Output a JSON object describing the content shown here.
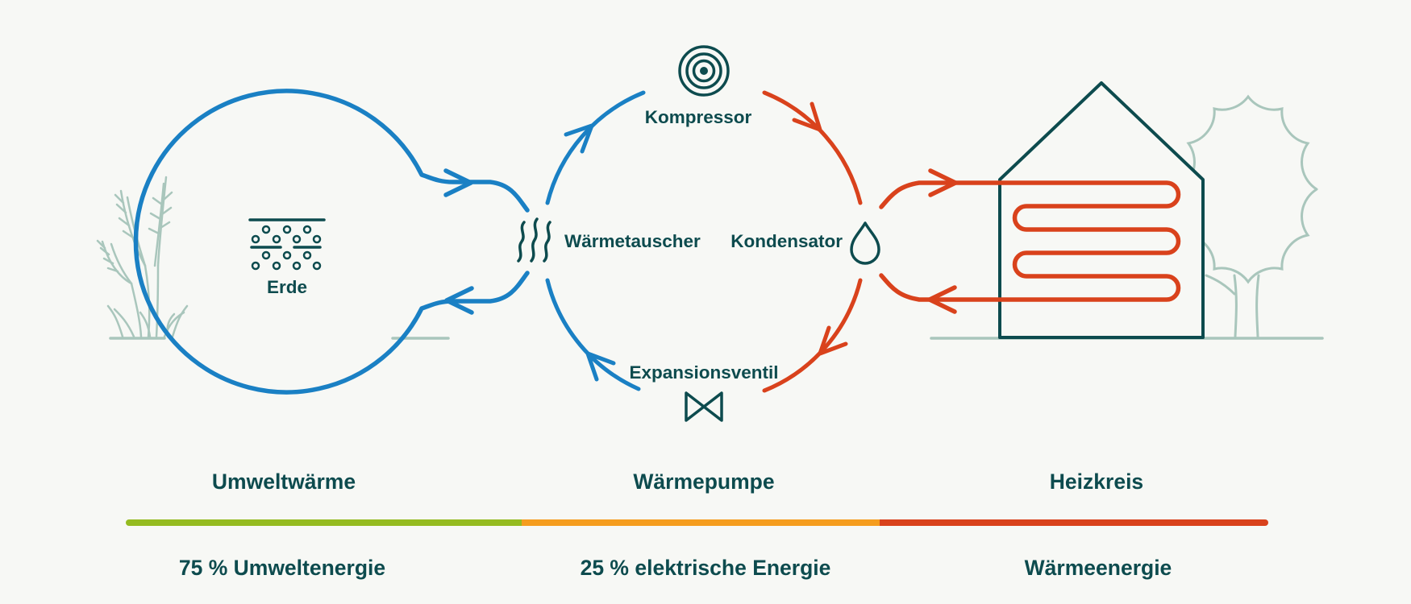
{
  "background_color": "#f7f8f5",
  "palette": {
    "cold_blue": "#1a80c4",
    "hot_red": "#d9421c",
    "ink_teal": "#0d4b4e",
    "decor_sage": "#a9c6bc",
    "bar_green": "#94bb20",
    "bar_orange": "#f59d1e",
    "bar_red": "#d9421c"
  },
  "cycle": {
    "source_label": "Erde",
    "compressor_label": "Kompressor",
    "heat_exchanger_label": "Wärmetauscher",
    "condenser_label": "Kondensator",
    "expansion_valve_label": "Expansionsventil"
  },
  "icons": [
    "earth-soil-icon",
    "compressor-icon",
    "heat-exchanger-icon",
    "condenser-droplet-icon",
    "expansion-valve-icon",
    "house-icon",
    "heating-coil-icon",
    "grass-icon",
    "tree-icon"
  ],
  "sections": [
    {
      "label": "Umweltwärme",
      "energy_label": "75 % Umweltenergie",
      "bar_color": "#94bb20"
    },
    {
      "label": "Wärmepumpe",
      "energy_label": "25 % elektrische Energie",
      "bar_color": "#f59d1e"
    },
    {
      "label": "Heizkreis",
      "energy_label": "Wärmeenergie",
      "bar_color": "#d9421c"
    }
  ]
}
